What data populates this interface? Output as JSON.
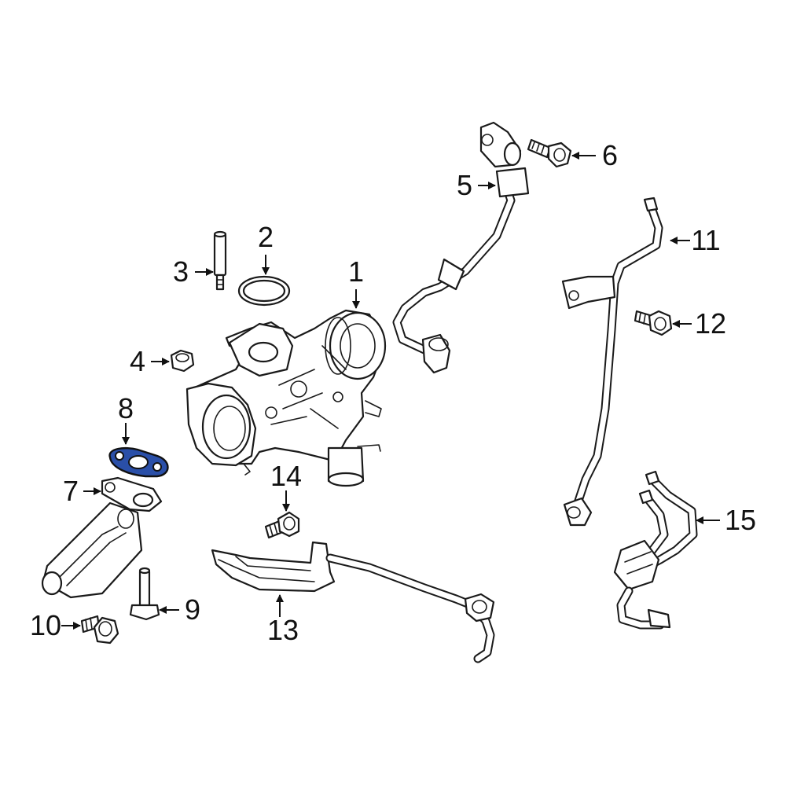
{
  "highlight_color": "#2a4fa8",
  "highlighted_part": "8",
  "callouts": [
    {
      "number": "1"
    },
    {
      "number": "2"
    },
    {
      "number": "3"
    },
    {
      "number": "4"
    },
    {
      "number": "5"
    },
    {
      "number": "6"
    },
    {
      "number": "7"
    },
    {
      "number": "8"
    },
    {
      "number": "9"
    },
    {
      "number": "10"
    },
    {
      "number": "11"
    },
    {
      "number": "12"
    },
    {
      "number": "13"
    },
    {
      "number": "14"
    },
    {
      "number": "15"
    }
  ]
}
